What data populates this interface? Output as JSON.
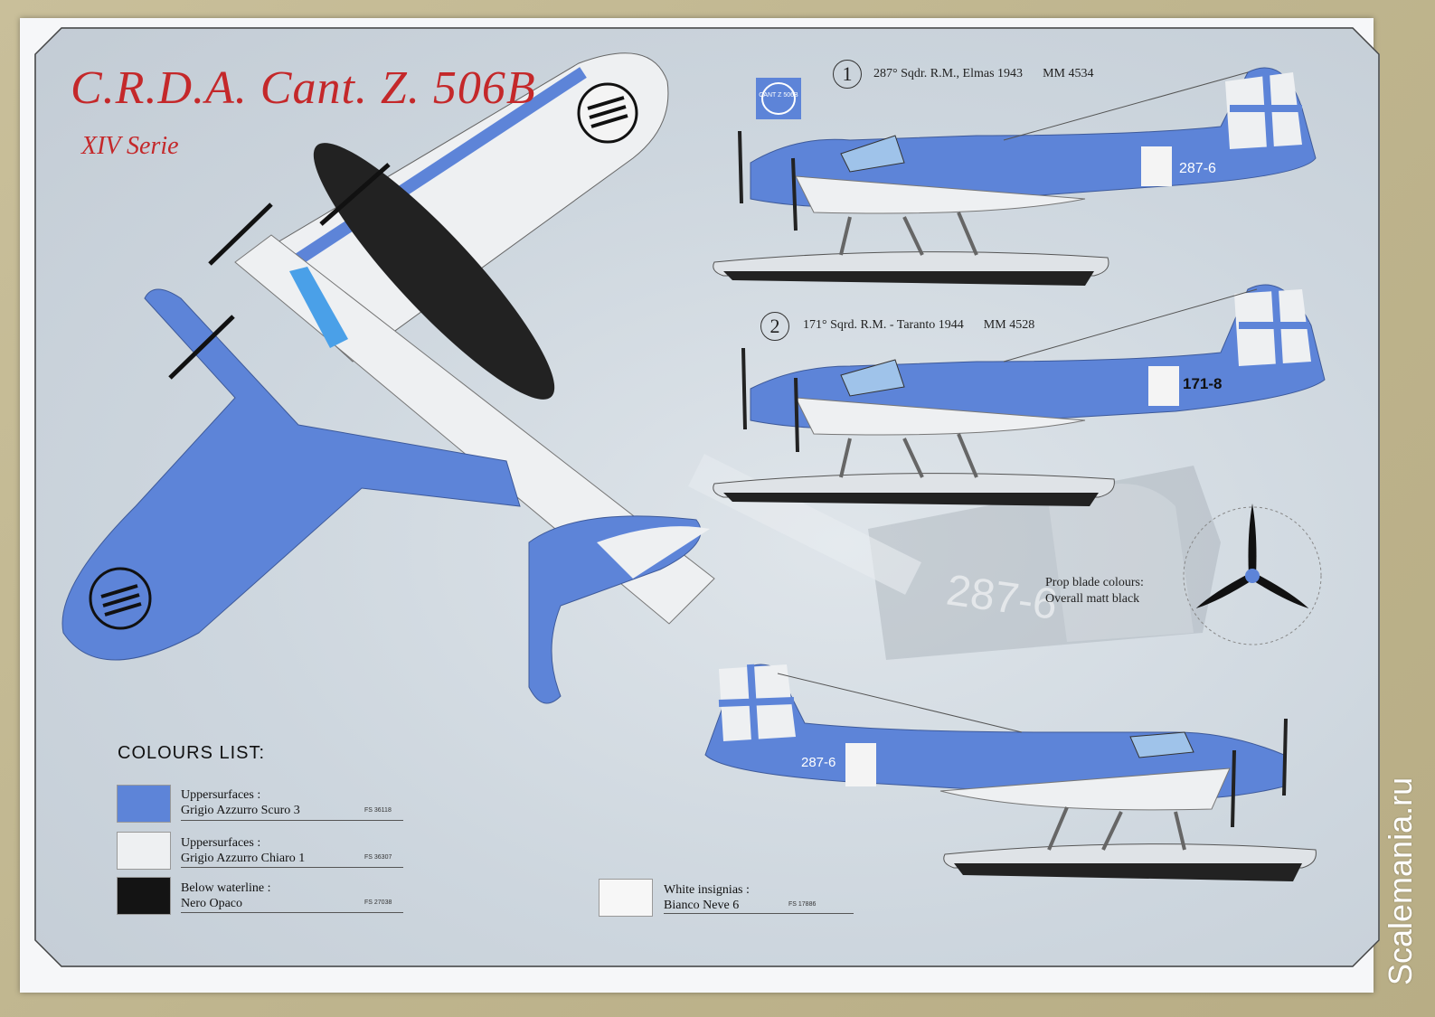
{
  "title": "C.R.D.A.  Cant. Z. 506B",
  "subtitle": "XIV Serie",
  "profiles": [
    {
      "number": "1",
      "caption_unit": "287° Sqdr.  R.M.,  Elmas 1943",
      "caption_mm": "MM 4534",
      "code": "287-6"
    },
    {
      "number": "2",
      "caption_unit": "171° Sqrd.  R.M.  -  Taranto 1944",
      "caption_mm": "MM 4528",
      "code": "171-8"
    }
  ],
  "logo_text": "CANT Z 506B",
  "starboard_code": "287-6",
  "ghost_code": "287-6",
  "prop_note": {
    "line1": "Prop blade colours:",
    "line2": "Overall matt black"
  },
  "colours_list": {
    "title": "COLOURS LIST:",
    "items": [
      {
        "label1": "Uppersurfaces  :",
        "label2": "Grigio Azzurro Scuro  3",
        "fs": "FS 36118",
        "color": "#5d84d8"
      },
      {
        "label1": "Uppersurfaces  :",
        "label2": "Grigio Azzurro Chiaro 1",
        "fs": "FS 36307",
        "color": "#eef0f2"
      },
      {
        "label1": "Below waterline  :",
        "label2": "Nero Opaco",
        "fs": "FS 27038",
        "color": "#141414"
      },
      {
        "label1": "White insignias :",
        "label2": "Bianco Neve  6",
        "fs": "FS 17886",
        "color": "#f7f7f7"
      }
    ]
  },
  "watermark": "Scalemania.ru",
  "colors": {
    "title_red": "#c4282a",
    "blue": "#5d84d8",
    "light": "#eef0f2",
    "black": "#141414"
  }
}
